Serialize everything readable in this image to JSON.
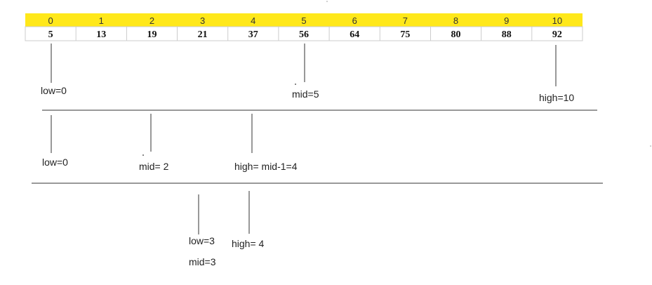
{
  "colors": {
    "header_fill": "#ffe81a",
    "grid": "#cccccc",
    "line": "#333333"
  },
  "array": {
    "indices": [
      "0",
      "1",
      "2",
      "3",
      "4",
      "5",
      "6",
      "7",
      "8",
      "9",
      "10"
    ],
    "values": [
      "5",
      "13",
      "19",
      "21",
      "37",
      "56",
      "64",
      "75",
      "80",
      "88",
      "92"
    ]
  },
  "steps": [
    {
      "labels": [
        "low=0",
        "mid=5",
        "high=10"
      ]
    },
    {
      "labels": [
        "low=0",
        "mid= 2",
        "high= mid-1=4"
      ]
    },
    {
      "labels": [
        "low=3",
        "mid=3",
        "high= 4"
      ]
    }
  ]
}
